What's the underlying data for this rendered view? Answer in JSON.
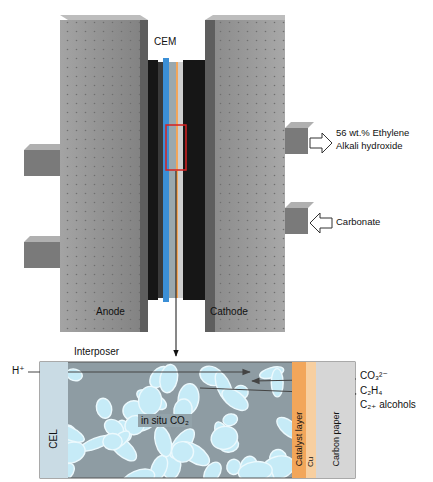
{
  "diagram": {
    "nodes": [
      {
        "text": [
          "CEL"
        ]
      },
      {
        "text": [
          "Interposer",
          "in situ CO₂"
        ]
      },
      {
        "text": [
          "Catalyst layer"
        ]
      },
      {
        "text": [
          "Cu"
        ]
      },
      {
        "text": [
          "Carbon paper"
        ]
      }
    ],
    "labels": [
      "CEM",
      "Anode",
      "Cathode",
      "56 wt.% Ethylene",
      "Alkali hydroxide",
      "Carbonate",
      "H⁺",
      "CO₃²⁻",
      "C₂H₄",
      "C₂₊ alcohols"
    ]
  }
}
